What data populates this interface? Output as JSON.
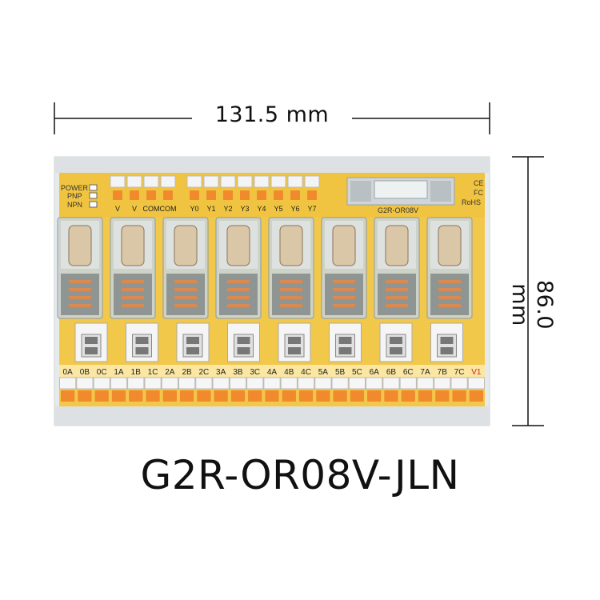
{
  "dimensions": {
    "width_label": "131.5 mm",
    "height_label": "86.0 mm"
  },
  "product": {
    "model": "G2R-OR08V-JLN",
    "board_silkscreen": "G2R-OR08V",
    "rohs": "RoHS",
    "ce": "CE",
    "fc": "FC"
  },
  "indicators": [
    "POWER",
    "PNP",
    "NPN"
  ],
  "top_terminals_left": [
    "V",
    "V",
    "COM",
    "COM"
  ],
  "top_terminals_right": [
    "Y0",
    "Y1",
    "Y2",
    "Y3",
    "Y4",
    "Y5",
    "Y6",
    "Y7"
  ],
  "bottom_terminals": [
    "0A",
    "0B",
    "0C",
    "1A",
    "1B",
    "1C",
    "2A",
    "2B",
    "2C",
    "3A",
    "3B",
    "3C",
    "4A",
    "4B",
    "4C",
    "5A",
    "5B",
    "5C",
    "6A",
    "6B",
    "6C",
    "7A",
    "7B",
    "7C",
    "V1"
  ],
  "relay_count": 8,
  "colors": {
    "pcb": "#f2c84b",
    "rail": "#e7eaeb",
    "terminal_orange": "#f08a2c",
    "relay_cover": "#c9d4dc",
    "v1_label": "#d21f1f"
  }
}
